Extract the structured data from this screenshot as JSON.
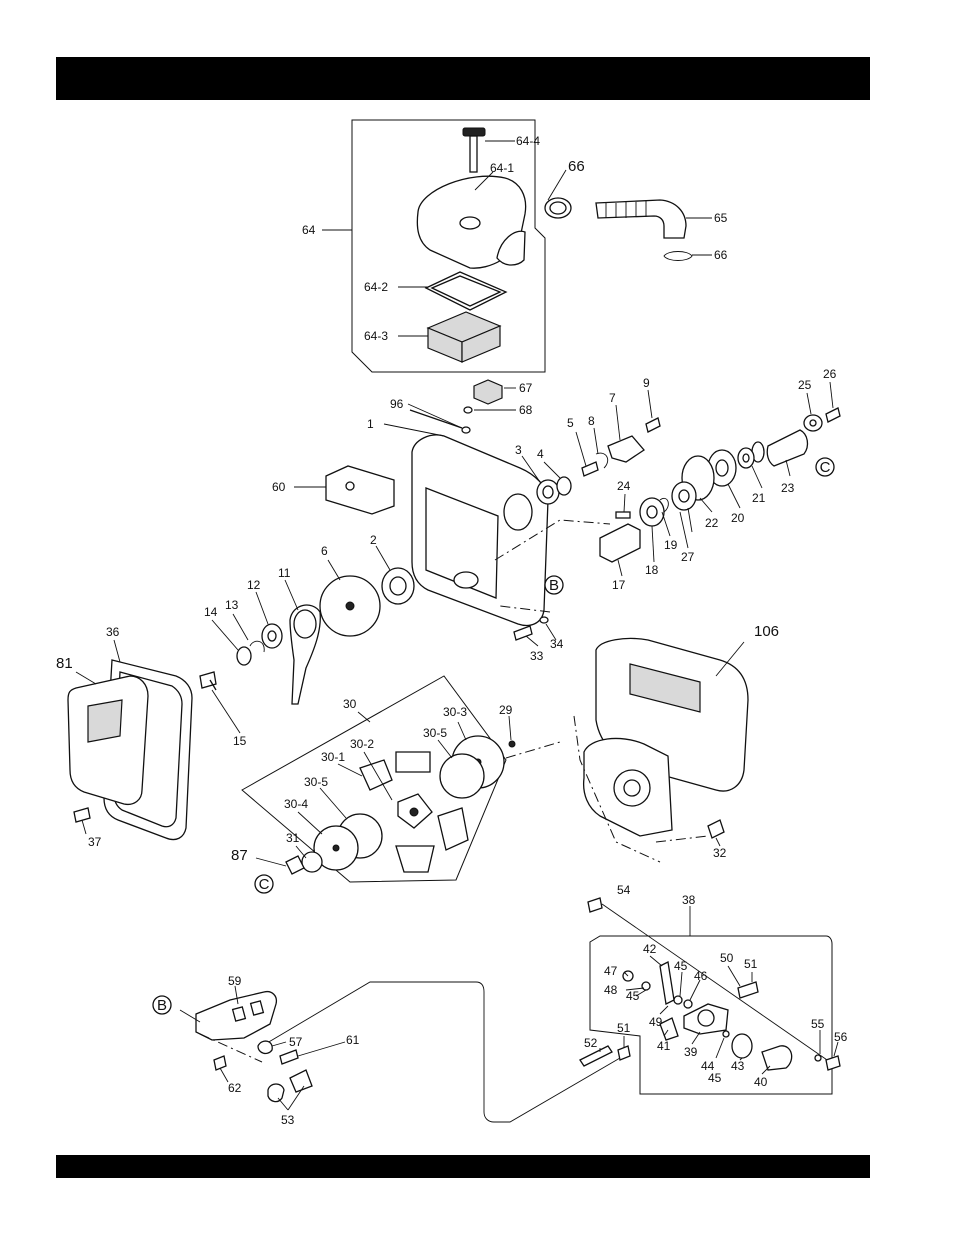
{
  "labels": {
    "l64_4": "64-4",
    "l64_1": "64-1",
    "l66a": "66",
    "l64": "64",
    "l65": "65",
    "l66b": "66",
    "l64_2": "64-2",
    "l64_3": "64-3",
    "l67": "67",
    "l96": "96",
    "l68": "68",
    "l9": "9",
    "l1": "1",
    "l5": "5",
    "l8": "8",
    "l7": "7",
    "l26": "26",
    "l25": "25",
    "l3": "3",
    "l4": "4",
    "l60": "60",
    "l24": "24",
    "l21": "21",
    "l23": "23",
    "l20": "20",
    "l22": "22",
    "l19": "19",
    "l27": "27",
    "l18": "18",
    "l17": "17",
    "l6": "6",
    "l2": "2",
    "l11": "11",
    "l12": "12",
    "l13": "13",
    "l14": "14",
    "l36": "36",
    "l81": "81",
    "l15": "15",
    "l33": "33",
    "l34": "34",
    "l106": "106",
    "l30": "30",
    "l30_3": "30-3",
    "l29": "29",
    "l30_5a": "30-5",
    "l30_1": "30-1",
    "l30_2": "30-2",
    "l30_5b": "30-5",
    "l30_4": "30-4",
    "l31": "31",
    "l87": "87",
    "l37": "37",
    "l32": "32",
    "l54": "54",
    "l38": "38",
    "l42": "42",
    "l47": "47",
    "l45a": "45",
    "l46": "46",
    "l50": "50",
    "l51a": "51",
    "l48": "48",
    "l45b": "45",
    "l49": "49",
    "l41": "41",
    "l39": "39",
    "l44": "44",
    "l45c": "45",
    "l43": "43",
    "l40": "40",
    "l55": "55",
    "l56": "56",
    "l59": "59",
    "l57": "57",
    "l61": "61",
    "l62": "62",
    "l53": "53",
    "l51b": "51",
    "l52": "52"
  },
  "callouts": {
    "B1": "B",
    "B2": "B",
    "C1": "C",
    "C2": "C"
  }
}
